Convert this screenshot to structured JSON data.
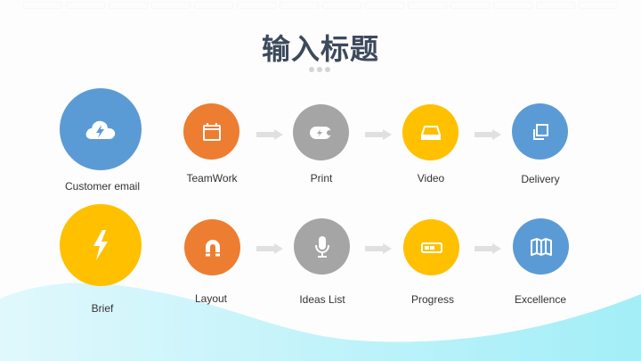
{
  "title": "输入标题",
  "colors": {
    "blue": "#5b9bd5",
    "orange": "#ed7d31",
    "gray": "#a5a5a5",
    "yellow": "#ffc000",
    "title": "#3d4a5c",
    "arrow": "#e0e0e0",
    "wave": "#a8eef7"
  },
  "row1": {
    "main": {
      "label": "Customer email",
      "icon": "cloud-lightning-icon",
      "color": "#5b9bd5"
    },
    "steps": [
      {
        "label": "TeamWork",
        "icon": "calendar-icon",
        "color": "#ed7d31"
      },
      {
        "label": "Print",
        "icon": "battery-charging-icon",
        "color": "#a5a5a5"
      },
      {
        "label": "Video",
        "icon": "hard-drive-icon",
        "color": "#ffc000"
      },
      {
        "label": "Delivery",
        "icon": "copy-icon",
        "color": "#5b9bd5"
      }
    ]
  },
  "row2": {
    "main": {
      "label": "Brief",
      "icon": "lightning-icon",
      "color": "#ffc000"
    },
    "steps": [
      {
        "label": "Layout",
        "icon": "magnet-icon",
        "color": "#ed7d31"
      },
      {
        "label": "Ideas List",
        "icon": "microphone-icon",
        "color": "#a5a5a5"
      },
      {
        "label": "Progress",
        "icon": "toggle-icon",
        "color": "#ffc000"
      },
      {
        "label": "Excellence",
        "icon": "map-icon",
        "color": "#5b9bd5"
      }
    ]
  }
}
